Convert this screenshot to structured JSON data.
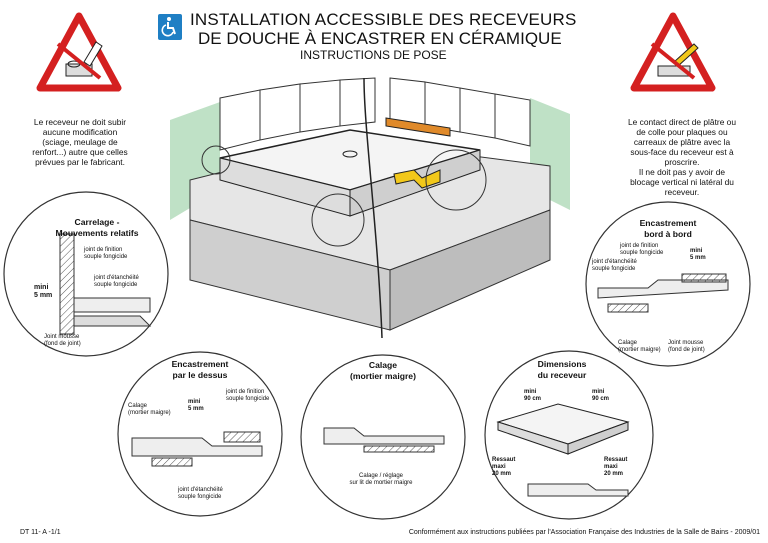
{
  "header": {
    "line1": "INSTALLATION ACCESSIBLE DES RECEVEURS",
    "line2": "DE DOUCHE À ENCASTRER EN CÉRAMIQUE",
    "line3": "INSTRUCTIONS DE POSE"
  },
  "warnings": {
    "left": [
      "Le receveur ne doit subir",
      "aucune modification",
      "(sciage, meulage de",
      "renfort...) autre que celles",
      "prévues par le fabricant."
    ],
    "right": [
      "Le contact direct de plâtre ou",
      "de colle pour plaques ou",
      "carreaux de plâtre avec la",
      "sous-face du receveur est à",
      "proscrire.",
      "Il ne doit pas y avoir de",
      "blocage vertical ni latéral du",
      "receveur."
    ]
  },
  "details": {
    "carrelage": {
      "title": [
        "Carrelage -",
        "Mouvements relatifs"
      ],
      "label_joint_finition": [
        "joint de finition",
        "souple fongicide"
      ],
      "label_joint_etancheite": [
        "joint d'étanchéité",
        "souple fongicide"
      ],
      "label_mini": [
        "mini",
        "5 mm"
      ],
      "label_joint_mousse": [
        "Joint mousse",
        "(fond de joint)"
      ]
    },
    "dessus": {
      "title": [
        "Encastrement",
        "par le dessus"
      ],
      "label_calage": [
        "Calage",
        "(mortier maigre)"
      ],
      "label_mini": [
        "mini",
        "5 mm"
      ],
      "label_joint_finition": [
        "joint de finition",
        "souple fongicide"
      ],
      "label_joint_etancheite": [
        "joint d'étanchéité",
        "souple fongicide"
      ]
    },
    "calage": {
      "title": [
        "Calage",
        "(mortier maigre)"
      ],
      "label": [
        "Calage / réglage",
        "sur lit de mortier maigre"
      ]
    },
    "dimensions": {
      "title": [
        "Dimensions",
        "du receveur"
      ],
      "mini_left": [
        "mini",
        "90 cm"
      ],
      "mini_right": [
        "mini",
        "90 cm"
      ],
      "ressaut_left": [
        "Ressaut",
        "maxi",
        "20 mm"
      ],
      "ressaut_right": [
        "Ressaut",
        "maxi",
        "20 mm"
      ]
    },
    "bord": {
      "title": [
        "Encastrement",
        "bord à bord"
      ],
      "label_joint_finition": [
        "joint de finition",
        "souple fongicide"
      ],
      "label_joint_etancheite": [
        "joint d'étanchéité",
        "souple fongicide"
      ],
      "label_mini": [
        "mini",
        "5 mm"
      ],
      "label_calage": [
        "Calage",
        "(mortier maigre)"
      ],
      "label_joint_mousse": [
        "Joint mousse",
        "(fond de joint)"
      ]
    }
  },
  "footer": {
    "left": "DT 11- A -1/1",
    "right": "Conformément aux instructions publiées par l'Association Française des Industries de la Salle de Bains - 2009/01"
  },
  "colors": {
    "accessibility_blue": "#1f7fc4",
    "warning_red": "#d42020",
    "wall_green": "#bfe1c6",
    "level_orange": "#e08a2a",
    "arrow_yellow": "#f2c81a"
  }
}
